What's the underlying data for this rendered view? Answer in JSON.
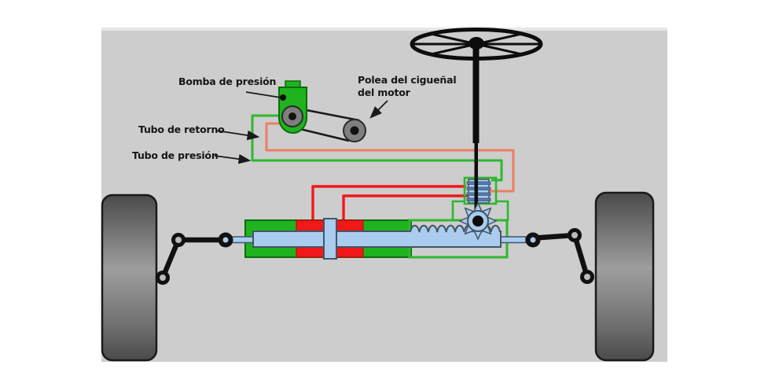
{
  "diagram": {
    "description": "Power steering hydraulic system diagram",
    "labels": {
      "pump": "Bomba de presión",
      "crank_pulley_line1": "Polea del cigueñal",
      "crank_pulley_line2": "del motor",
      "return_tube": "Tubo de retorno",
      "pressure_tube": "Tubo de presión"
    },
    "colors": {
      "canvas": "#cdcdcd",
      "canvas_highlight": "#e7e7e7",
      "pressure_green": "#2eb82e",
      "return_salmon": "#ed7d64",
      "hydraulic_red": "#f01818",
      "hydraulic_red_dark": "#c00000",
      "housing_green": "#1fb41f",
      "housing_green_dark": "#0d6b0d",
      "component_blue": "#aaccee",
      "component_outline": "#445566",
      "stripe_blue": "#4a7fb5",
      "pulley_gray": "#7f7f7f",
      "joint_gray": "#bbbbbb",
      "tire_dark": "#4a4a4a",
      "tire_mid": "#9e9e9e",
      "tire_low": "#6e6e6e",
      "ink": "#161616"
    }
  }
}
